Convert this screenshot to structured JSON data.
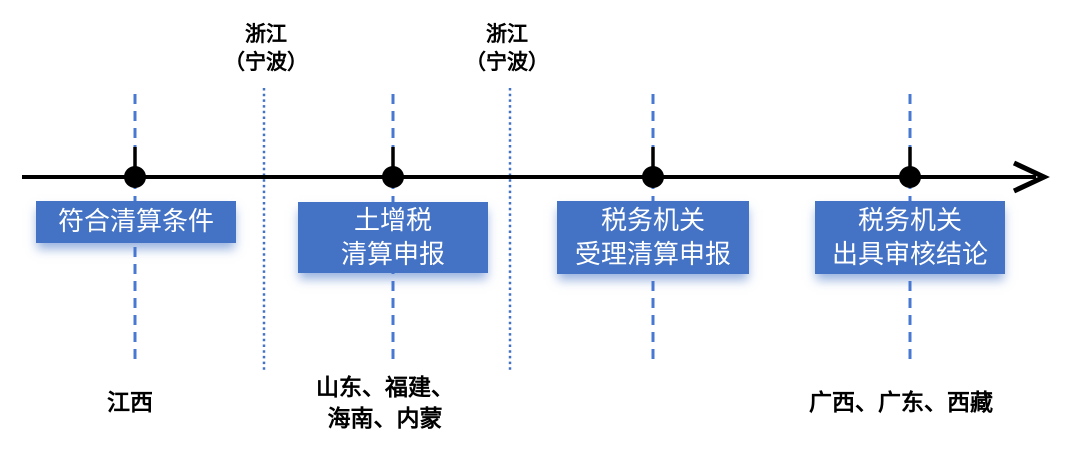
{
  "colors": {
    "accent_blue": "#4472C4",
    "axis_black": "#000000",
    "box_text_white": "#FFFFFF",
    "label_text_black": "#000000"
  },
  "stages": [
    {
      "lines": [
        "符合清算条件"
      ]
    },
    {
      "lines": [
        "土增税",
        "清算申报"
      ]
    },
    {
      "lines": [
        "税务机关",
        "受理清算申报"
      ]
    },
    {
      "lines": [
        "税务机关",
        "出具审核结论"
      ]
    }
  ],
  "top_markers": [
    {
      "lines": [
        "浙江",
        "（宁波）"
      ]
    },
    {
      "lines": [
        "浙江",
        "（宁波）"
      ]
    }
  ],
  "bottom_labels": [
    {
      "lines": [
        "江西"
      ]
    },
    {
      "lines": [
        "山东、福建、",
        "海南、内蒙"
      ]
    },
    {
      "lines": [
        "广西、广东、西藏"
      ]
    }
  ]
}
